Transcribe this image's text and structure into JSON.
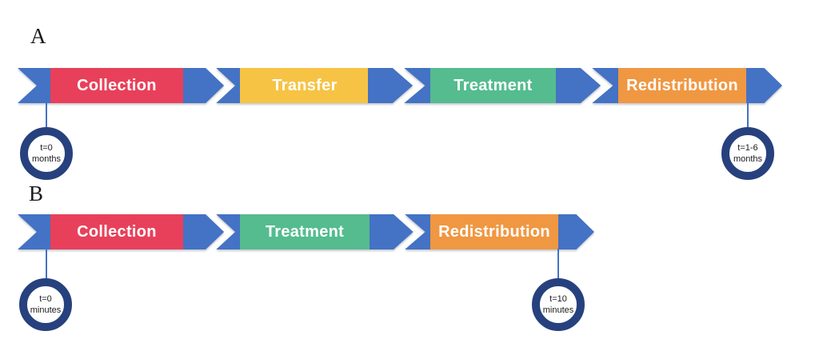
{
  "figure": {
    "colors": {
      "arrow_blue": "#4472C4",
      "marker_ring": "#27417E",
      "stem_blue": "#4472C4",
      "ink": "#1B1B1B",
      "stage_text": "#FFFFFF"
    },
    "panels": [
      {
        "label": "A",
        "stages": [
          {
            "label": "Collection",
            "color": "#E8405A"
          },
          {
            "label": "Transfer",
            "color": "#F6C344"
          },
          {
            "label": "Treatment",
            "color": "#54BC8E"
          },
          {
            "label": "Redistribution",
            "color": "#F09742"
          }
        ],
        "start_marker": {
          "line1": "t=0",
          "line2": "months"
        },
        "end_marker": {
          "line1": "t=1-6",
          "line2": "months"
        }
      },
      {
        "label": "B",
        "stages": [
          {
            "label": "Collection",
            "color": "#E8405A"
          },
          {
            "label": "Treatment",
            "color": "#54BC8E"
          },
          {
            "label": "Redistribution",
            "color": "#F09742"
          }
        ],
        "start_marker": {
          "line1": "t=0",
          "line2": "minutes"
        },
        "end_marker": {
          "line1": "t=10",
          "line2": "minutes"
        }
      }
    ]
  }
}
